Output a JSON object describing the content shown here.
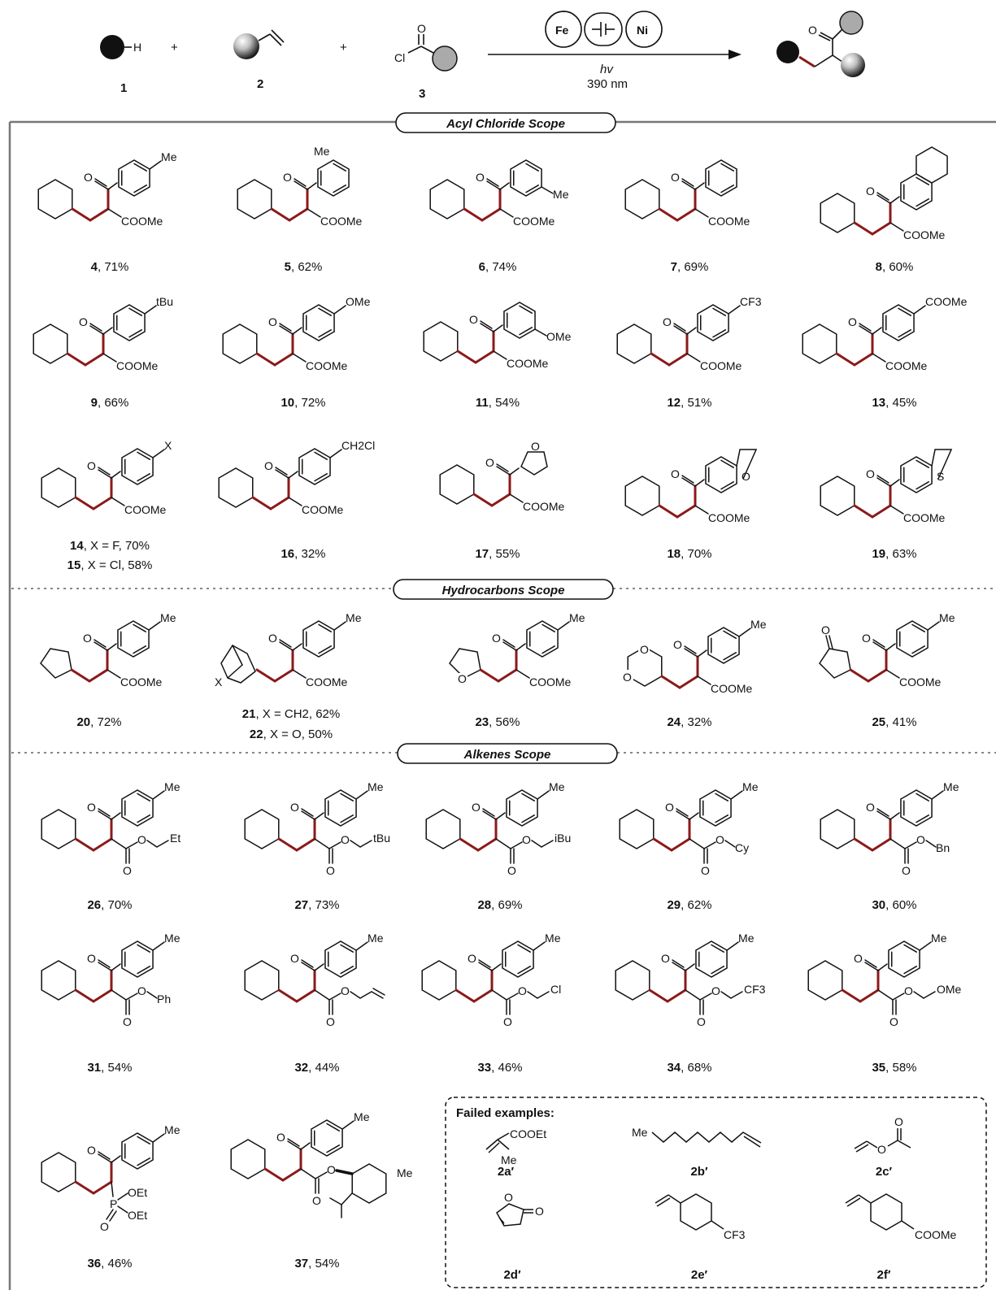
{
  "reaction": {
    "reagent1_atom": "H",
    "reagent1_num": "1",
    "reagent2_num": "2",
    "reagent3_atom_cl": "Cl",
    "reagent3_atom_o": "O",
    "reagent3_num": "3",
    "plus": "+",
    "catalyst_fe": "Fe",
    "catalyst_ni": "Ni",
    "condition_light": "hv",
    "condition_wavelength": "390 nm",
    "product_atom_o": "O"
  },
  "sections": {
    "acyl": "Acyl Chloride Scope",
    "hydro": "Hydrocarbons Scope",
    "alkenes": "Alkenes Scope"
  },
  "colors": {
    "bond_new": "#8b1a1a",
    "frame": "#777777",
    "black": "#111111"
  },
  "compounds": [
    {
      "num": "4",
      "yield": ", 71%",
      "aryl_sub": "Me",
      "ester": "COOMe"
    },
    {
      "num": "5",
      "yield": ", 62%",
      "aryl_sub": "Me",
      "ester": "COOMe"
    },
    {
      "num": "6",
      "yield": ", 74%",
      "aryl_sub": "Me",
      "ester": "COOMe"
    },
    {
      "num": "7",
      "yield": ", 69%",
      "aryl_sub": "",
      "ester": "COOMe"
    },
    {
      "num": "8",
      "yield": ", 60%",
      "aryl_sub": "",
      "ester": "COOMe"
    },
    {
      "num": "9",
      "yield": ", 66%",
      "aryl_sub": "tBu",
      "ester": "COOMe"
    },
    {
      "num": "10",
      "yield": ", 72%",
      "aryl_sub": "OMe",
      "ester": "COOMe"
    },
    {
      "num": "11",
      "yield": ", 54%",
      "aryl_sub": "OMe",
      "ester": "COOMe"
    },
    {
      "num": "12",
      "yield": ", 51%",
      "aryl_sub": "CF3",
      "ester": "COOMe"
    },
    {
      "num": "13",
      "yield": ", 45%",
      "aryl_sub": "COOMe",
      "ester": "COOMe"
    },
    {
      "num": "14",
      "yield": ", X = F, 70%",
      "aryl_sub": "X",
      "ester": "COOMe"
    },
    {
      "num": "15",
      "yield": ", X = Cl, 58%",
      "aryl_sub": "X",
      "ester": "COOMe"
    },
    {
      "num": "16",
      "yield": ", 32%",
      "aryl_sub": "CH2Cl",
      "ester": "COOMe"
    },
    {
      "num": "17",
      "yield": ", 55%",
      "aryl_sub": "O",
      "ester": "COOMe"
    },
    {
      "num": "18",
      "yield": ", 70%",
      "aryl_sub": "O",
      "ester": "COOMe"
    },
    {
      "num": "19",
      "yield": ", 63%",
      "aryl_sub": "S",
      "ester": "COOMe"
    },
    {
      "num": "20",
      "yield": ", 72%",
      "aryl_sub": "Me",
      "ester": "COOMe"
    },
    {
      "num": "21",
      "yield": ", X = CH2, 62%",
      "aryl_sub": "Me",
      "ester": "COOMe"
    },
    {
      "num": "22",
      "yield": ", X = O, 50%",
      "aryl_sub": "Me",
      "ester": "COOMe"
    },
    {
      "num": "23",
      "yield": ", 56%",
      "aryl_sub": "Me",
      "ester": "COOMe"
    },
    {
      "num": "24",
      "yield": ", 32%",
      "aryl_sub": "Me",
      "ester": "COOMe"
    },
    {
      "num": "25",
      "yield": ", 41%",
      "aryl_sub": "Me",
      "ester": "COOMe"
    },
    {
      "num": "26",
      "yield": ", 70%",
      "aryl_sub": "Me",
      "ester": "Et"
    },
    {
      "num": "27",
      "yield": ", 73%",
      "aryl_sub": "Me",
      "ester": "tBu"
    },
    {
      "num": "28",
      "yield": ", 69%",
      "aryl_sub": "Me",
      "ester": "iBu"
    },
    {
      "num": "29",
      "yield": ", 62%",
      "aryl_sub": "Me",
      "ester": "Cy"
    },
    {
      "num": "30",
      "yield": ", 60%",
      "aryl_sub": "Me",
      "ester": "Bn"
    },
    {
      "num": "31",
      "yield": ", 54%",
      "aryl_sub": "Me",
      "ester": "Ph"
    },
    {
      "num": "32",
      "yield": ", 44%",
      "aryl_sub": "Me",
      "ester": ""
    },
    {
      "num": "33",
      "yield": ", 46%",
      "aryl_sub": "Me",
      "ester": "Cl"
    },
    {
      "num": "34",
      "yield": ", 68%",
      "aryl_sub": "Me",
      "ester": "CF3"
    },
    {
      "num": "35",
      "yield": ", 58%",
      "aryl_sub": "Me",
      "ester": "OMe"
    },
    {
      "num": "36",
      "yield": ", 46%",
      "aryl_sub": "Me",
      "ester": "OEt"
    },
    {
      "num": "37",
      "yield": ", 54%",
      "aryl_sub": "Me",
      "ester": "Me"
    }
  ],
  "failed": {
    "title": "Failed examples:",
    "items": [
      {
        "num": "2a′",
        "text": "COOEt",
        "text2": "Me"
      },
      {
        "num": "2b′",
        "text": "Me",
        "text2": ""
      },
      {
        "num": "2c′",
        "text": "O",
        "text2": "O"
      },
      {
        "num": "2d′",
        "text": "O",
        "text2": "O"
      },
      {
        "num": "2e′",
        "text": "CF3",
        "text2": ""
      },
      {
        "num": "2f′",
        "text": "COOMe",
        "text2": ""
      }
    ]
  },
  "atoms": {
    "o": "O",
    "me": "Me",
    "coome": "COOMe",
    "x": "X",
    "p": "P",
    "oet": "OEt",
    "s": "S",
    "ch2cl": "CH2Cl",
    "cf3": "CF3"
  }
}
